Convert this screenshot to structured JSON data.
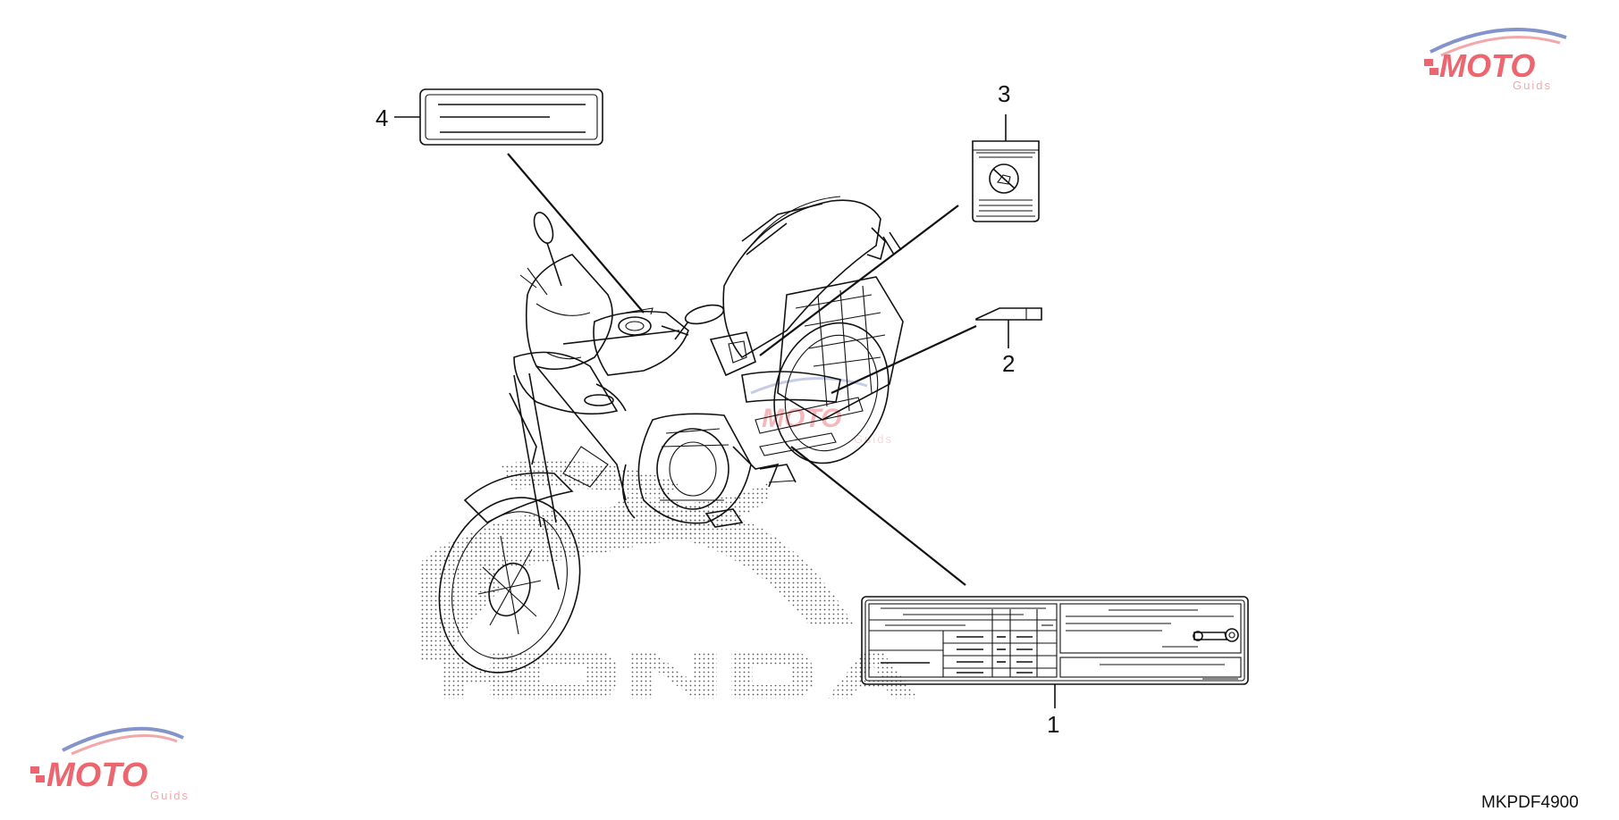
{
  "callouts": {
    "c1": "1",
    "c2": "2",
    "c3": "3",
    "c4": "4"
  },
  "diagram_code": "MKPDF4900",
  "watermark": {
    "brand_letters": "MOTO",
    "sub_text": "Guids",
    "colors": {
      "red": "#e8343f",
      "blue": "#5b6fb8",
      "pink": "#ee8b90"
    }
  },
  "icons": {
    "motorcycle": "motorcycle-illustration",
    "label_caution": "caution-label-icon",
    "label_no_passenger": "no-passenger-icon",
    "label_small": "small-tag-icon",
    "label_info": "info-plate-icon"
  }
}
